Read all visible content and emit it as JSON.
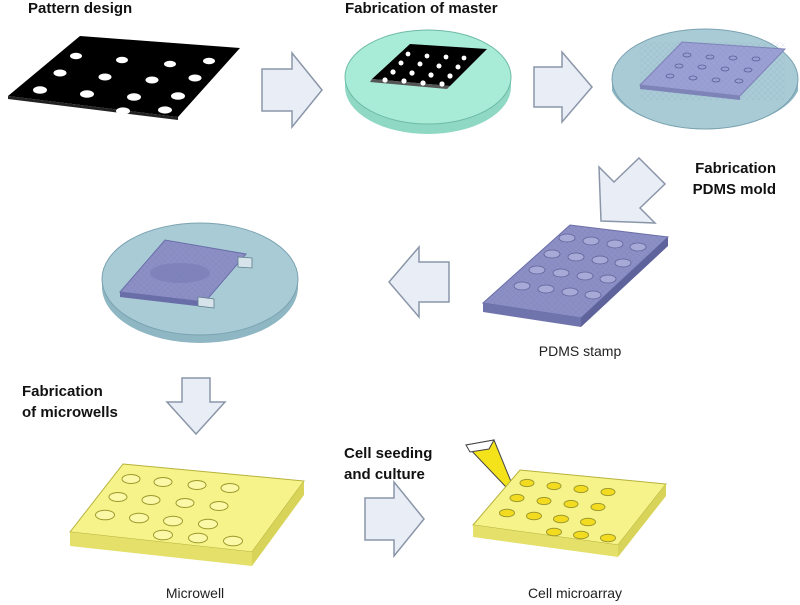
{
  "labels": {
    "pattern_design": "Pattern design",
    "fabrication_master": "Fabrication of master",
    "fabrication_pdms_line1": "Fabrication",
    "fabrication_pdms_line2": "PDMS mold",
    "pdms_stamp": "PDMS stamp",
    "fabrication_microwells_line1": "Fabrication",
    "fabrication_microwells_line2": "of microwells",
    "cell_seeding_line1": "Cell seeding",
    "cell_seeding_line2": "and culture",
    "microwell": "Microwell",
    "cell_microarray": "Cell microarray"
  },
  "colors": {
    "mask_black": "#000000",
    "master_cyan": "#a8ecd8",
    "master_wafer_blue": "#a9cbd6",
    "pdms_purple": "#8c8fc4",
    "microwell_yellow": "#f5f38a",
    "arrow_fill": "#e9eef6",
    "arrow_stroke": "#8a96a8",
    "tip_yellow": "#f4e21a"
  }
}
